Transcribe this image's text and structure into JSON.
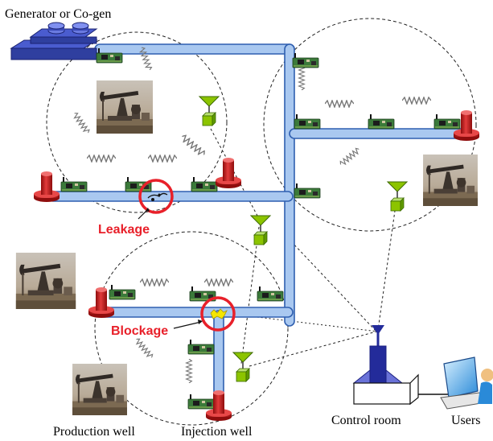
{
  "labels": {
    "generator": "Generator or Co-gen",
    "leakage": "Leakage",
    "blockage": "Blockage",
    "production_well": "Production well",
    "injection_well": "Injection well",
    "control_room": "Control room",
    "users": "Users"
  },
  "colors": {
    "pipe_fill": "#a9c8f0",
    "pipe_edge": "#2f5fb0",
    "generator": "#2f3f9f",
    "valve": "#d42a2a",
    "fault_ring": "#e8202a",
    "antenna": "#7fb800",
    "sensor_board": "#3b7a3a",
    "control_room": "#232b9a"
  },
  "icons": [
    "generator-icon",
    "pumpjack-photo",
    "valve-icon",
    "sensor-node-icon",
    "relay-antenna-icon",
    "control-room-icon",
    "user-workstation-icon",
    "leak-icon",
    "blockage-icon"
  ]
}
